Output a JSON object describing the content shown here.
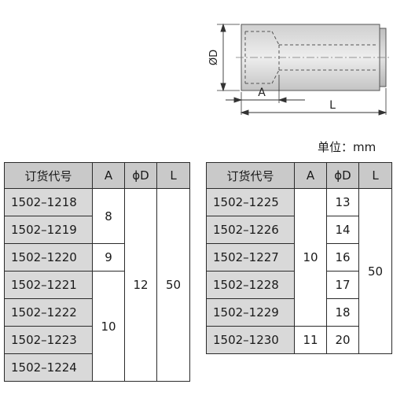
{
  "drawing": {
    "label_diameter": "ØD",
    "label_a": "A",
    "label_l": "L"
  },
  "unit": "单位：mm",
  "headers": [
    "订货代号",
    "A",
    "ϕD",
    "L"
  ],
  "left_table": {
    "codes": [
      "1502–1218",
      "1502–1219",
      "1502–1220",
      "1502–1221",
      "1502–1222",
      "1502–1223",
      "1502–1224"
    ],
    "a_values": [
      "8",
      "9",
      "10"
    ],
    "d_value": "12",
    "l_value": "50"
  },
  "right_table": {
    "codes": [
      "1502–1225",
      "1502–1226",
      "1502–1227",
      "1502–1228",
      "1502–1229",
      "1502–1230"
    ],
    "a_values": [
      "10",
      "11"
    ],
    "d_values": [
      "13",
      "14",
      "16",
      "17",
      "18",
      "20"
    ],
    "l_value": "50"
  }
}
